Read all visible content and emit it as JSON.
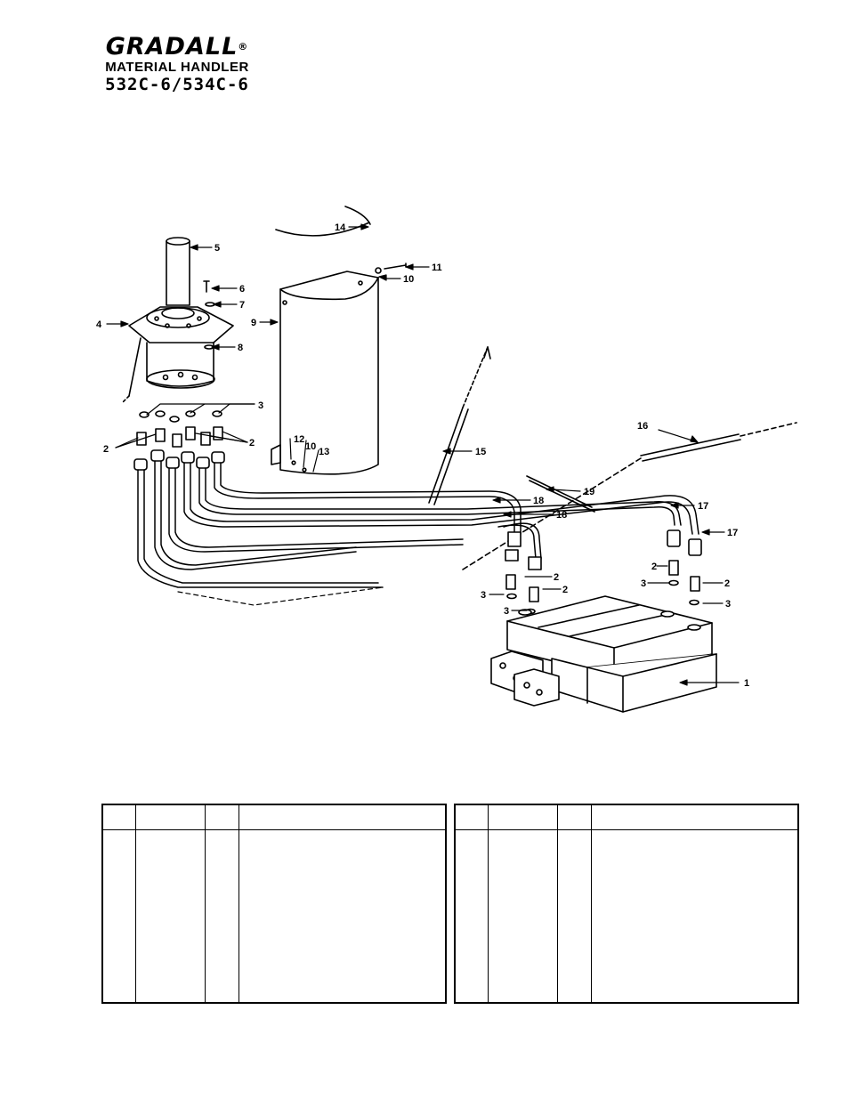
{
  "header": {
    "brand": "GRADALL",
    "registered": "®",
    "subtitle": "MATERIAL HANDLER",
    "model": "532C-6/534C-6"
  },
  "callouts": [
    "1",
    "2",
    "3",
    "4",
    "5",
    "6",
    "7",
    "8",
    "9",
    "10",
    "11",
    "12",
    "13",
    "14",
    "15",
    "16",
    "17",
    "18",
    "19"
  ],
  "parts_table": {
    "left_headers": [
      "",
      "",
      "",
      ""
    ],
    "right_headers": [
      "",
      "",
      "",
      ""
    ]
  }
}
